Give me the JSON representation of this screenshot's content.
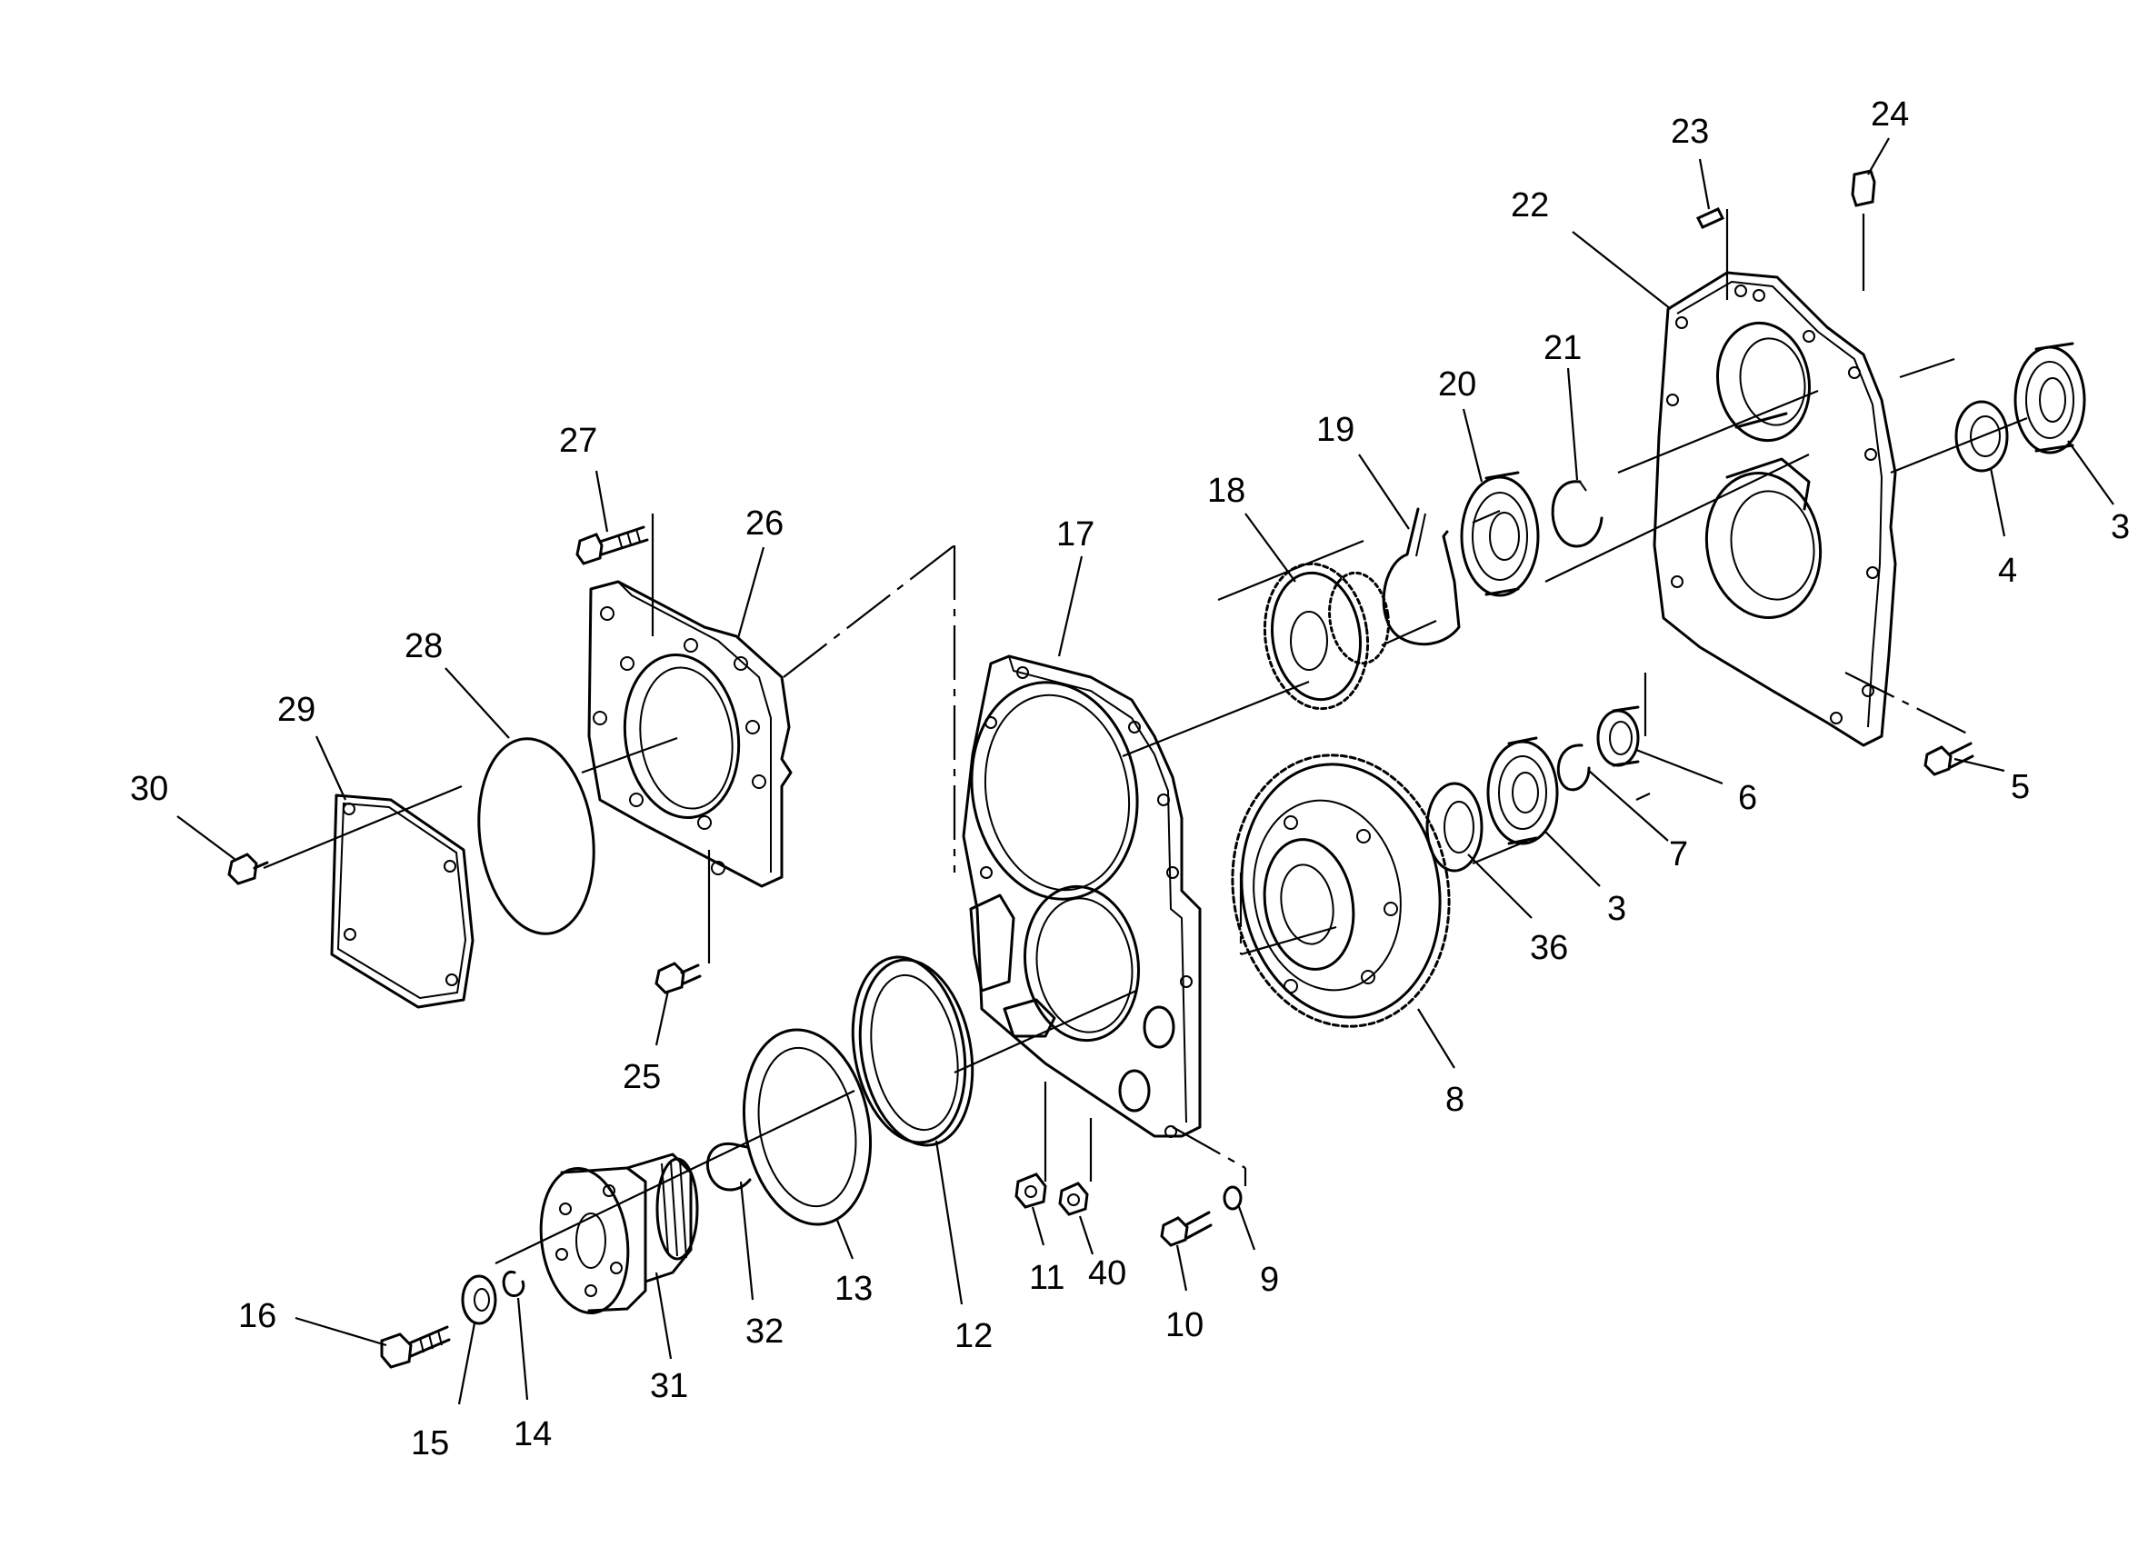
{
  "callouts": [
    {
      "id": "3a",
      "text": "3"
    },
    {
      "id": "3b",
      "text": "3"
    },
    {
      "id": "4",
      "text": "4"
    },
    {
      "id": "5",
      "text": "5"
    },
    {
      "id": "6",
      "text": "6"
    },
    {
      "id": "7",
      "text": "7"
    },
    {
      "id": "8",
      "text": "8"
    },
    {
      "id": "9",
      "text": "9"
    },
    {
      "id": "10",
      "text": "10"
    },
    {
      "id": "11",
      "text": "11"
    },
    {
      "id": "12",
      "text": "12"
    },
    {
      "id": "13",
      "text": "13"
    },
    {
      "id": "14",
      "text": "14"
    },
    {
      "id": "15",
      "text": "15"
    },
    {
      "id": "16",
      "text": "16"
    },
    {
      "id": "17",
      "text": "17"
    },
    {
      "id": "18",
      "text": "18"
    },
    {
      "id": "19",
      "text": "19"
    },
    {
      "id": "20",
      "text": "20"
    },
    {
      "id": "21",
      "text": "21"
    },
    {
      "id": "22",
      "text": "22"
    },
    {
      "id": "23",
      "text": "23"
    },
    {
      "id": "24",
      "text": "24"
    },
    {
      "id": "25",
      "text": "25"
    },
    {
      "id": "26",
      "text": "26"
    },
    {
      "id": "27",
      "text": "27"
    },
    {
      "id": "28",
      "text": "28"
    },
    {
      "id": "29",
      "text": "29"
    },
    {
      "id": "30",
      "text": "30"
    },
    {
      "id": "31",
      "text": "31"
    },
    {
      "id": "32",
      "text": "32"
    },
    {
      "id": "36",
      "text": "36"
    },
    {
      "id": "40",
      "text": "40"
    }
  ]
}
